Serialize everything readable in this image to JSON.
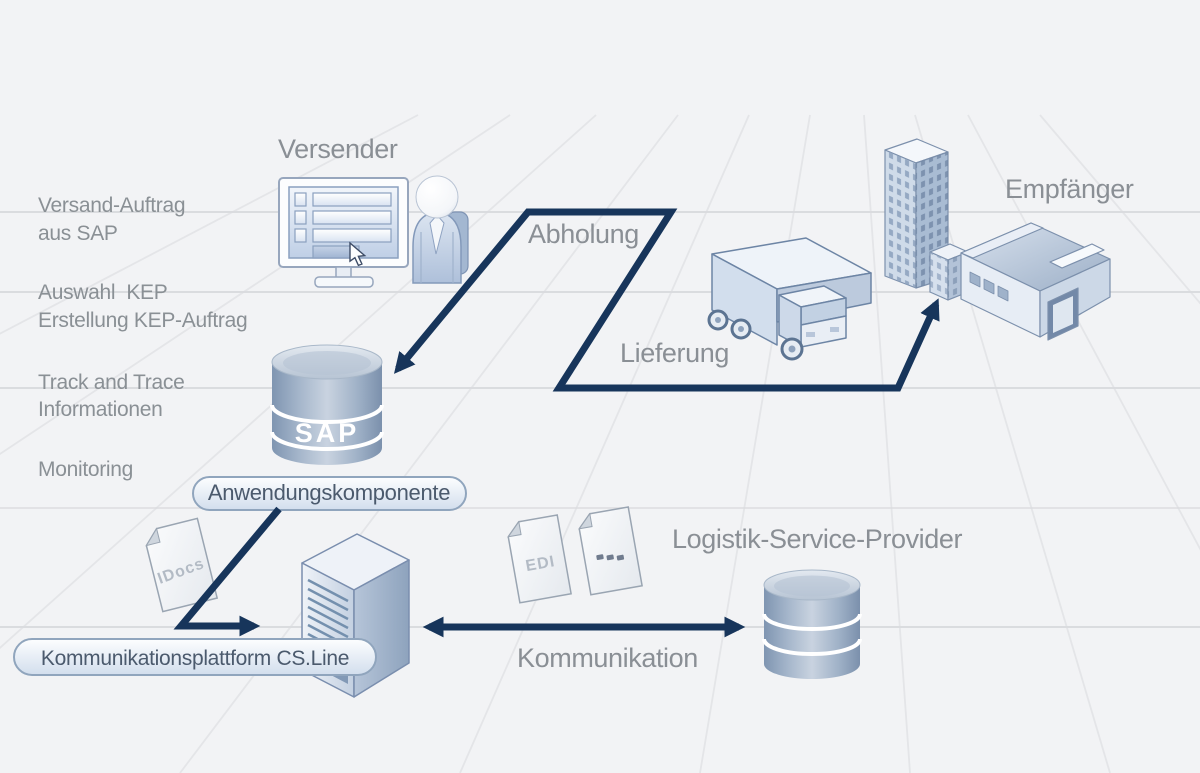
{
  "diagram": {
    "actors": {
      "versender": "Versender",
      "empfaenger": "Empfänger",
      "logistik_service_provider": "Logistik-Service-Provider"
    },
    "flows": {
      "abholung": "Abholung",
      "lieferung": "Lieferung",
      "kommunikation": "Kommunikation"
    },
    "components": {
      "anwendungskomponente": "Anwendungskomponente",
      "kommunikationsplattform": "Kommunikationsplattform CS.Line",
      "sap_database": "SAP",
      "idocs_document": "IDocs",
      "edi_document": "EDI"
    },
    "process_notes": {
      "versand_auftrag_line1": "Versand-Auftrag",
      "versand_auftrag_line2": "aus SAP",
      "auswahl_kep_line1": "Auswahl  KEP",
      "auswahl_kep_line2": "Erstellung KEP-Auftrag",
      "track_trace_line1": "Track and Trace",
      "track_trace_line2": "Informationen",
      "monitoring": "Monitoring"
    },
    "colors": {
      "background": "#f2f3f5",
      "grid_line": "#d6d8db",
      "arrow_navy": "#17355b",
      "label_gray": "#8a8f95",
      "pill_text": "#4b5a6d",
      "icon_blue_light": "#dbe5f1",
      "icon_blue_mid": "#b7c7dd",
      "icon_outline": "#7b91b2",
      "cylinder_steel": "#9db0c8"
    }
  }
}
